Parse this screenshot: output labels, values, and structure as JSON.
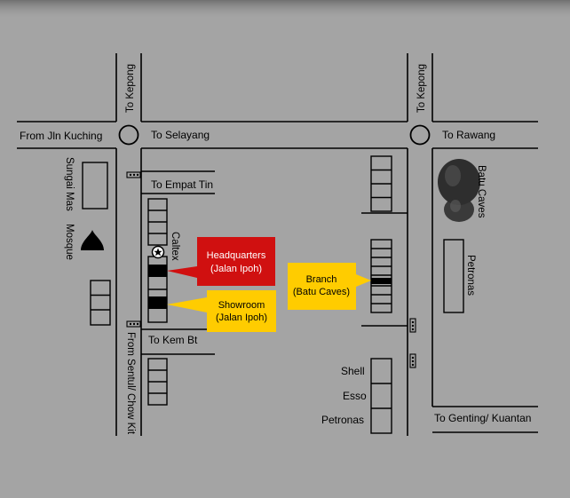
{
  "colors": {
    "background": "#a4a4a4",
    "road_line": "#000000",
    "headquarters_callout": "#d01010",
    "showroom_callout": "#ffcc00",
    "branch_callout": "#ffcc00",
    "marked_building": "#000000",
    "landmark_dome": "#333333"
  },
  "icons": {
    "roundabout": "circle",
    "petrol_station": "star-in-circle",
    "mosque": "onion-dome",
    "batu_caves": "stacked-domes",
    "traffic_lights": "traffic-light"
  },
  "roads": {
    "top_left_kepong": "To Kepong",
    "top_right_kepong": "To Kepong",
    "from_jln_kuching": "From Jln Kuching",
    "to_selayang": "To Selayang",
    "to_rawang": "To Rawang",
    "to_empat_tin": "To Empat Tin",
    "to_kem_bt": "To Kem Bt",
    "from_sentul": "From Sentul/ Chow Kit",
    "to_genting": "To Genting/ Kuantan"
  },
  "landmarks": {
    "sungai_mas": "Sungai Mas",
    "mosque": "Mosque",
    "caltex": "Caltex",
    "batu_caves": "Batu Caves",
    "petronas_right": "Petronas",
    "shell": "Shell",
    "esso": "Esso",
    "petronas_bottom": "Petronas"
  },
  "callouts": {
    "headquarters_line1": "Headquarters",
    "headquarters_line2": "(Jalan Ipoh)",
    "showroom_line1": "Showroom",
    "showroom_line2": "(Jalan Ipoh)",
    "branch_line1": "Branch",
    "branch_line2": "(Batu Caves)"
  }
}
